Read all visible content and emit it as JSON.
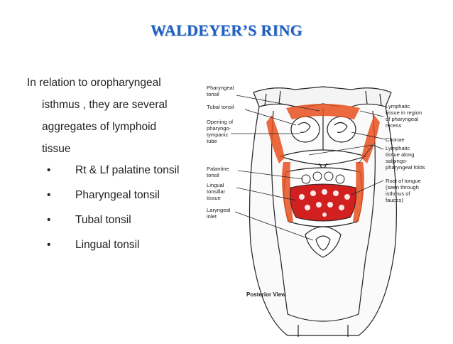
{
  "title": "WALDEYER’S RING",
  "intro": {
    "lines": [
      "In relation to oropharyngeal",
      "isthmus , they are several",
      "aggregates of lymphoid",
      "tissue"
    ]
  },
  "bullets": {
    "marker": "•",
    "items": [
      "Rt & Lf palatine tonsil",
      "Pharyngeal tonsil",
      "Tubal tonsil",
      "Lingual tonsil"
    ]
  },
  "figure": {
    "left_labels": [
      [
        "Pharyngeal",
        "tonsil"
      ],
      [
        "Tubal tonsil"
      ],
      [
        "Opening of",
        "pharyngo-",
        "tympanic",
        "tube"
      ],
      [
        "Palantine",
        "tonsil"
      ],
      [
        "Lingual",
        "tonsillar",
        "tissue"
      ],
      [
        "Laryngeal",
        "inlet"
      ]
    ],
    "right_labels": [
      [
        "Lymphatic",
        "tissue in region",
        "of pharyngeal",
        "recess"
      ],
      [
        "Chonae"
      ],
      [
        "Lymphatic",
        "tissue along",
        "salpingo-",
        "pharyngeal folds"
      ],
      [
        "Root of tongue",
        "(seen through",
        "isthmus of",
        "fauces)"
      ]
    ],
    "caption": "Posterior View",
    "colors": {
      "lymphoid": "#e8501e",
      "lingual": "#d21f1f",
      "line": "#222222"
    }
  }
}
